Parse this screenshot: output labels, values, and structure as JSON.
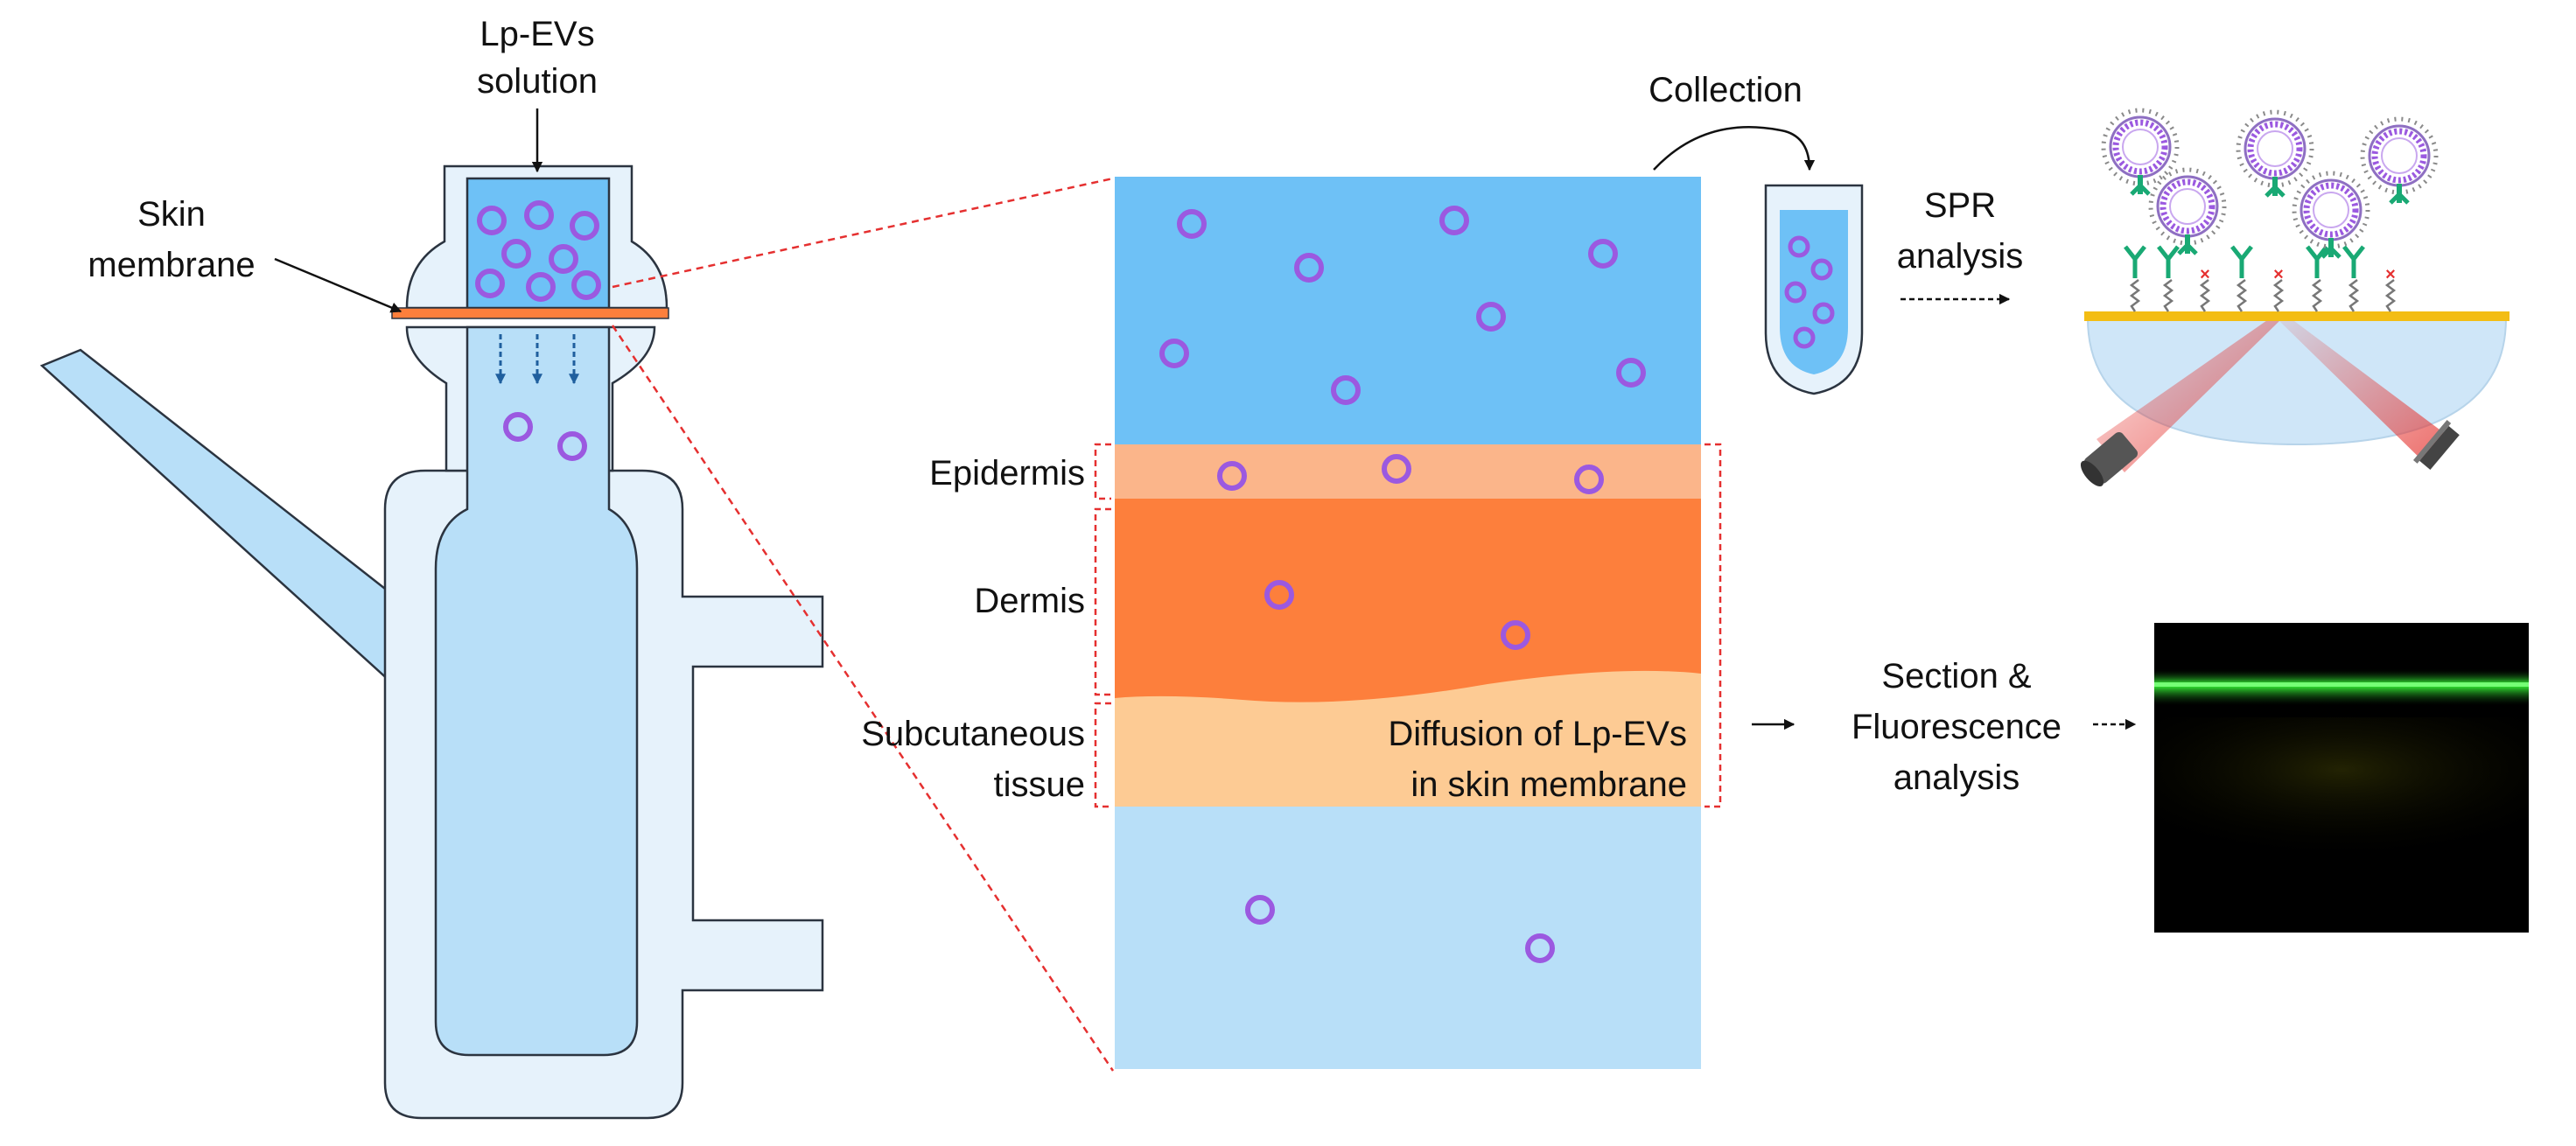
{
  "labels": {
    "lp_evs_line1": "Lp-EVs",
    "lp_evs_line2": "solution",
    "skin_line1": "Skin",
    "skin_line2": "membrane",
    "collection": "Collection",
    "spr_line1": "SPR",
    "spr_line2": "analysis",
    "epidermis": "Epidermis",
    "dermis": "Dermis",
    "subcutaneous_line1": "Subcutaneous",
    "subcutaneous_line2": "tissue",
    "diffusion_line1": "Diffusion of Lp-EVs",
    "diffusion_line2": "in skin membrane",
    "section_line1": "Section &",
    "section_line2": "Fluorescence",
    "section_line3": "analysis"
  },
  "colors": {
    "donor_solution": "#6ec1f6",
    "receptor_solution": "#b8dff8",
    "cell_outline": "#2b3440",
    "cell_body": "#e6f2fb",
    "epidermis": "#fbb58a",
    "dermis": "#fd7f3c",
    "subcutaneous": "#fdcb94",
    "ev_ring": "#9b59e0",
    "zoom_dash": "#e53030",
    "antibody": "#19a974",
    "gold_film": "#f3bd14",
    "laser": "#e53935",
    "fluorescence": "#2fe02f"
  },
  "icons": {
    "ev": "vesicle-ring-icon",
    "antibody": "antibody-y-icon",
    "blocked_site": "red-x-icon",
    "light_source": "laser-source-icon",
    "detector": "detector-icon",
    "tube": "microtube-icon",
    "arrow": "arrow-icon"
  }
}
